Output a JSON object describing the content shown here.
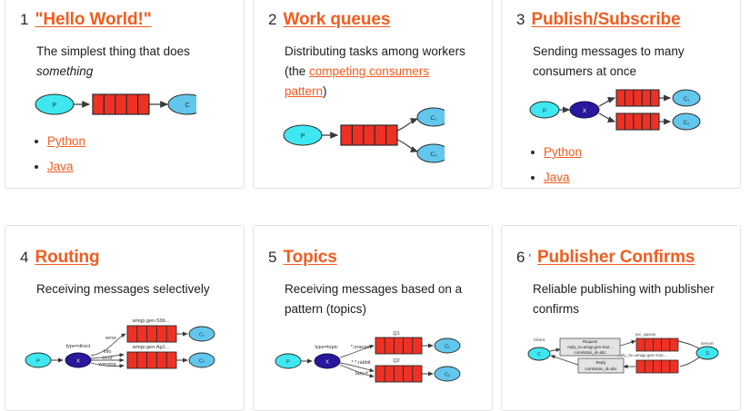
{
  "page": {
    "background": "#ffffff",
    "accent_color": "#f25c1f",
    "queue_color": "#ee3124",
    "producer_color": "#3fe7f0",
    "consumer_color": "#63c6ed",
    "exchange_color": "#2a189c",
    "card_border": "#e2e2e2"
  },
  "cards": [
    {
      "number": "1",
      "title": "\"Hello World!\"",
      "desc_parts": [
        {
          "text": "The simplest thing that does ",
          "style": "plain"
        },
        {
          "text": "something",
          "style": "italic"
        }
      ],
      "diagram": {
        "type": "hello-world",
        "nodes": [
          {
            "id": "P",
            "label": "P",
            "kind": "producer"
          },
          {
            "id": "queue",
            "label": "",
            "kind": "queue",
            "segments": 5
          },
          {
            "id": "C",
            "label": "C",
            "kind": "consumer"
          }
        ],
        "edge_labels": []
      },
      "bullets": [
        {
          "label": "Python"
        },
        {
          "label": "Java"
        }
      ]
    },
    {
      "number": "2",
      "title": "Work queues",
      "desc_parts": [
        {
          "text": "Distributing tasks among workers (the ",
          "style": "plain"
        },
        {
          "text": "competing consumers pattern",
          "style": "link"
        },
        {
          "text": ")",
          "style": "plain"
        }
      ],
      "diagram": {
        "type": "work-queues",
        "nodes": [
          {
            "id": "P",
            "label": "P",
            "kind": "producer"
          },
          {
            "id": "queue",
            "label": "",
            "kind": "queue",
            "segments": 5
          },
          {
            "id": "C1",
            "label": "C₁",
            "kind": "consumer"
          },
          {
            "id": "C2",
            "label": "C₂",
            "kind": "consumer"
          }
        ],
        "edge_labels": []
      },
      "bullets": []
    },
    {
      "number": "3",
      "title": "Publish/Subscribe",
      "desc_parts": [
        {
          "text": "Sending messages to many consumers at once",
          "style": "plain"
        }
      ],
      "diagram": {
        "type": "pub-sub",
        "nodes": [
          {
            "id": "P",
            "label": "P",
            "kind": "producer"
          },
          {
            "id": "X",
            "label": "X",
            "kind": "exchange"
          },
          {
            "id": "q1",
            "label": "",
            "kind": "queue",
            "segments": 5
          },
          {
            "id": "q2",
            "label": "",
            "kind": "queue",
            "segments": 5
          },
          {
            "id": "C1",
            "label": "C₁",
            "kind": "consumer"
          },
          {
            "id": "C2",
            "label": "C₂",
            "kind": "consumer"
          }
        ],
        "edge_labels": []
      },
      "bullets": [
        {
          "label": "Python"
        },
        {
          "label": "Java"
        }
      ]
    },
    {
      "number": "4",
      "title": "Routing",
      "desc_parts": [
        {
          "text": "Receiving messages selectively",
          "style": "plain"
        }
      ],
      "diagram": {
        "type": "routing",
        "nodes": [
          {
            "id": "P",
            "label": "P",
            "kind": "producer"
          },
          {
            "id": "X",
            "label": "X",
            "kind": "exchange"
          },
          {
            "id": "q1",
            "label": "amqp.gen-S9b...",
            "kind": "queue",
            "segments": 5
          },
          {
            "id": "q2",
            "label": "amqp.gen-Ag1...",
            "kind": "queue",
            "segments": 5
          },
          {
            "id": "C1",
            "label": "C₁",
            "kind": "consumer"
          },
          {
            "id": "C2",
            "label": "C₂",
            "kind": "consumer"
          }
        ],
        "edge_labels": [
          "type=direct",
          "error",
          "info",
          "error",
          "warning"
        ]
      },
      "bullets": []
    },
    {
      "number": "5",
      "title": "Topics",
      "desc_parts": [
        {
          "text": "Receiving messages based on a pattern (topics)",
          "style": "plain"
        }
      ],
      "diagram": {
        "type": "topics",
        "nodes": [
          {
            "id": "P",
            "label": "P",
            "kind": "producer"
          },
          {
            "id": "X",
            "label": "X",
            "kind": "exchange"
          },
          {
            "id": "q1",
            "label": "Q1",
            "kind": "queue",
            "segments": 5
          },
          {
            "id": "q2",
            "label": "Q2",
            "kind": "queue",
            "segments": 5
          },
          {
            "id": "C1",
            "label": "C₁",
            "kind": "consumer"
          },
          {
            "id": "C2",
            "label": "C₂",
            "kind": "consumer"
          }
        ],
        "edge_labels": [
          "type=topic",
          "*.orange.*",
          "*.*.rabbit",
          "lazy.#"
        ]
      },
      "bullets": []
    },
    {
      "number": "6",
      "tick": "'",
      "title": "Publisher Confirms",
      "desc_parts": [
        {
          "text": "Reliable publishing with publisher confirms",
          "style": "plain"
        }
      ],
      "diagram": {
        "type": "rpc",
        "nodes": [
          {
            "id": "C",
            "label": "C",
            "kind": "consumer"
          },
          {
            "id": "S",
            "label": "S",
            "kind": "consumer"
          },
          {
            "id": "q1",
            "label": "rpc_queue",
            "kind": "queue",
            "segments": 5
          },
          {
            "id": "q2",
            "label": "reply_to=amqp.gen-Xa2...",
            "kind": "queue",
            "segments": 5
          }
        ],
        "edge_labels": [
          "Client",
          "Server",
          "Request",
          "reply_to=amqp.gen-Xa2...",
          "correlation_id=abc",
          "Reply",
          "correlation_id=abc"
        ]
      },
      "bullets": []
    }
  ]
}
